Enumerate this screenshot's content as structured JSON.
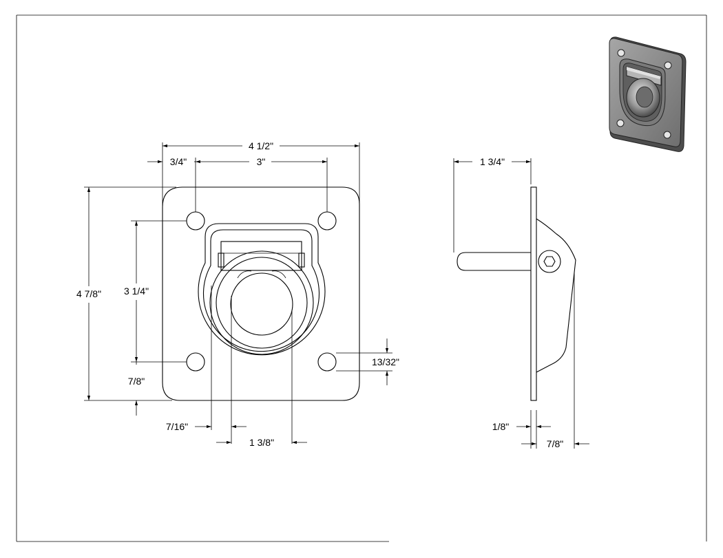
{
  "front_view": {
    "dims": {
      "overall_width": "4 1/2\"",
      "edge_to_hole": "3/4\"",
      "hole_spacing_x": "3\"",
      "overall_height": "4 7/8\"",
      "hole_spacing_y": "3 1/4\"",
      "bottom_to_hole": "7/8\"",
      "hole_diameter": "13/32\"",
      "ring_thickness": "7/16\"",
      "ring_inner": "1 3/8\""
    }
  },
  "side_view": {
    "dims": {
      "depth": "1 3/4\"",
      "plate_thickness": "1/8\"",
      "pan_depth": "7/8\""
    }
  },
  "iso_view": {
    "icon": "tie-down-ring-iso-render",
    "colors": {
      "plate": "#8c8c8c",
      "plate_dark": "#5a5a5a",
      "highlight": "#d9d9d9"
    }
  }
}
